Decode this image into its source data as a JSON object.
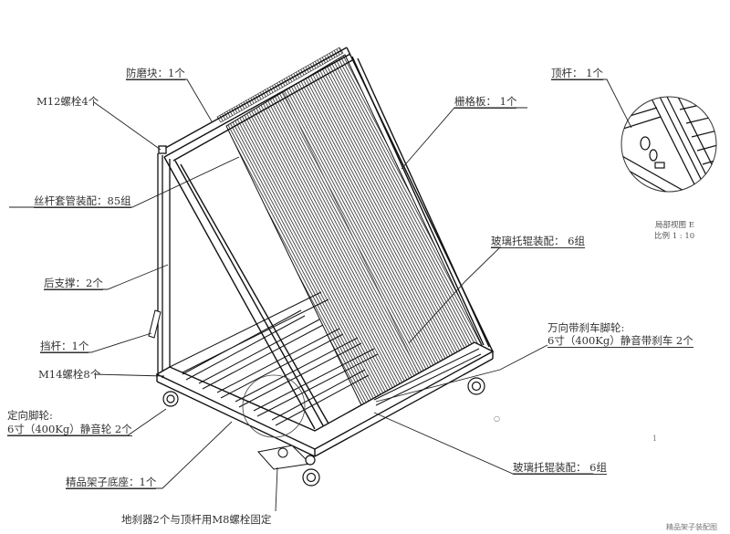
{
  "diagram": {
    "title": "精品架子装配图",
    "labels": {
      "wear_block": "防磨块：1个",
      "m12_bolts": "M12螺栓4个",
      "screw_sleeve": "丝杆套管装配：85组",
      "rear_support": "后支撑：2个",
      "stop_bar": "挡杆：1个",
      "m14_bolts": "M14螺栓8个",
      "fixed_caster_line1": "定向脚轮:",
      "fixed_caster_line2": "6寸（400Kg）静音轮 2个",
      "base": "精品架子底座：1个",
      "floor_brake": "地刹器2个与顶杆用M8螺栓固定",
      "grid_plate": "栅格板： 1个",
      "top_bar": "顶杆： 1个",
      "glass_roller_top": "玻璃托辊装配： 6组",
      "swivel_caster_line1": "万向带刹车脚轮:",
      "swivel_caster_line2": "6寸（400Kg）静音带刹车 2个",
      "glass_roller_bottom": "玻璃托辊装配： 6组"
    },
    "detail_view": {
      "name": "局部视图 E",
      "scale": "比例 1 : 10"
    },
    "markers": {
      "circle_mark": "○",
      "number_mark": "1"
    },
    "footer_partial": "精品架子装配图"
  }
}
